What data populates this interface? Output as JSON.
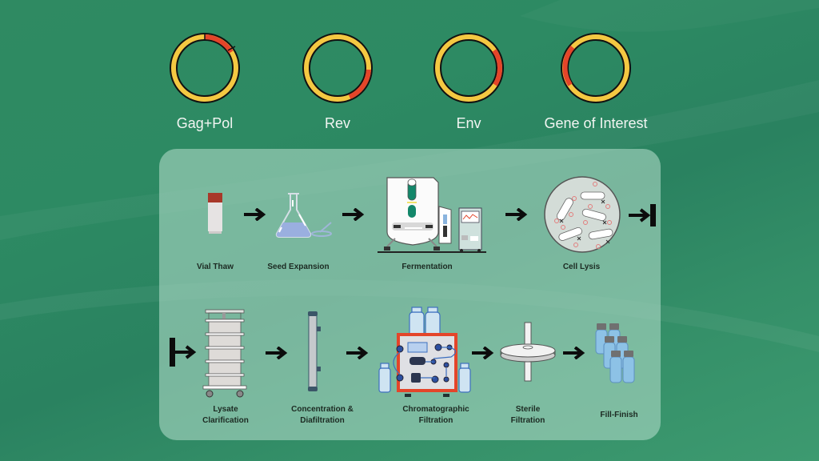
{
  "plasmids": [
    {
      "label": "Gag+Pol",
      "insert": "red segment upper-right"
    },
    {
      "label": "Rev",
      "insert": "red segment lower-right"
    },
    {
      "label": "Env",
      "insert": "red segment right"
    },
    {
      "label": "Gene of Interest",
      "insert": "red segment left"
    }
  ],
  "colors": {
    "ring": "#f4c842",
    "insert": "#e4452a",
    "outline": "#111111",
    "panel": "#a8d6c2",
    "background": "#2d8a63"
  },
  "workflow": {
    "row1": [
      {
        "label": "Vial Thaw",
        "icon": "vial-icon"
      },
      {
        "label": "Seed Expansion",
        "icon": "flask-icon"
      },
      {
        "label": "Fermentation",
        "icon": "bioreactor-icon"
      },
      {
        "label": "Cell Lysis",
        "icon": "cell-lysis-icon"
      }
    ],
    "row2": [
      {
        "label_lines": [
          "Lysate",
          "Clarification"
        ],
        "icon": "depth-filter-rack-icon"
      },
      {
        "label_lines": [
          "Concentration &",
          "Diafiltration"
        ],
        "icon": "tff-cartridge-icon"
      },
      {
        "label_lines": [
          "Chromatographic",
          "Filtration"
        ],
        "icon": "chromatography-system-icon"
      },
      {
        "label_lines": [
          "Sterile",
          "Filtration"
        ],
        "icon": "syringe-filter-icon"
      },
      {
        "label_lines": [
          "Fill-Finish"
        ],
        "icon": "vials-icon"
      }
    ]
  }
}
